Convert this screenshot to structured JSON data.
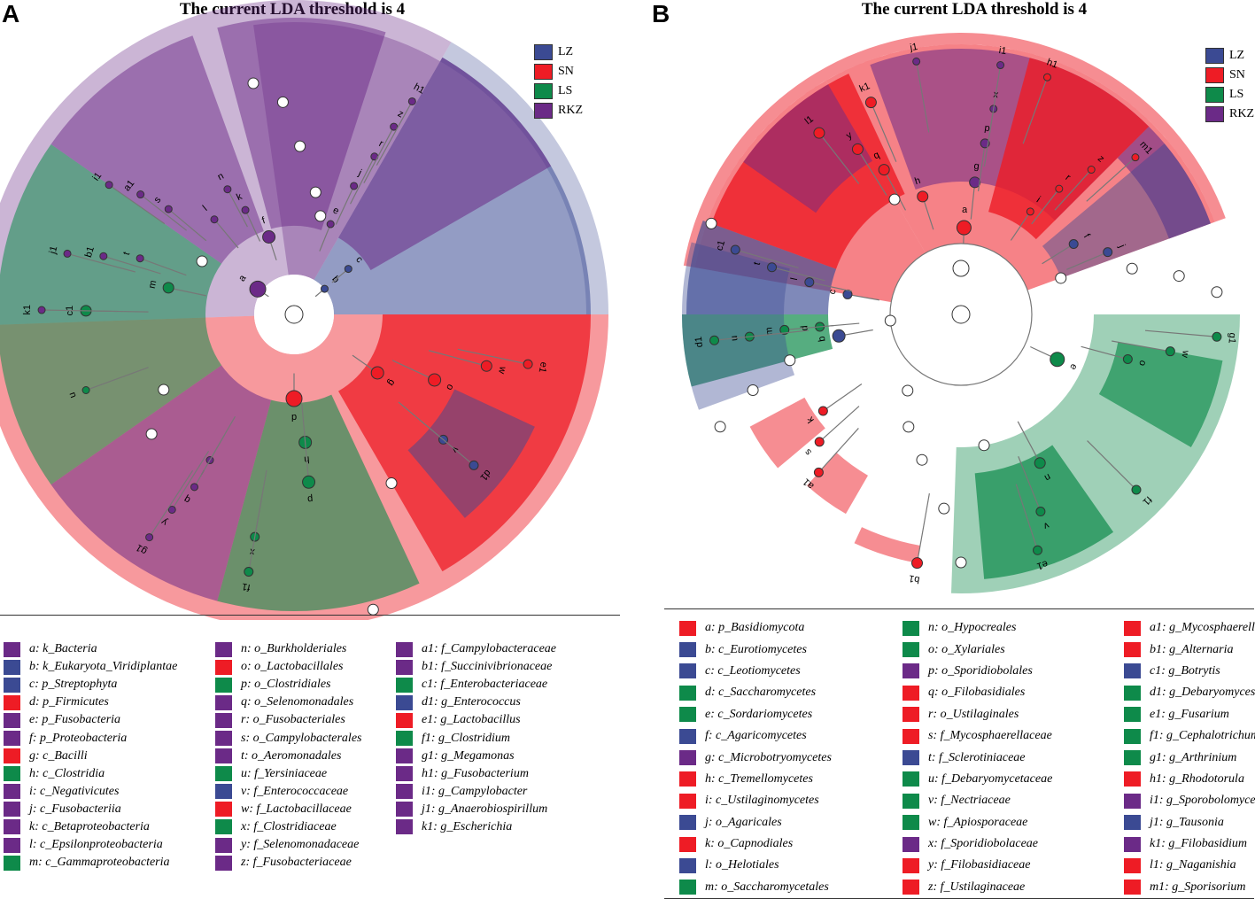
{
  "colors": {
    "LZ": "#3b4a93",
    "SN": "#ee1c25",
    "LS": "#0e8a4a",
    "RKZ": "#6b2a87"
  },
  "panelA": {
    "letter": "A",
    "title": "The current LDA threshold is 4",
    "legend": [
      {
        "label": "LZ",
        "color": "#3b4a93"
      },
      {
        "label": "SN",
        "color": "#ee1c25"
      },
      {
        "label": "LS",
        "color": "#0e8a4a"
      },
      {
        "label": "RKZ",
        "color": "#6b2a87"
      }
    ],
    "node_labels": [
      "a",
      "b",
      "c",
      "d",
      "e",
      "f",
      "g",
      "h",
      "i",
      "j",
      "k",
      "l",
      "m",
      "n",
      "o",
      "p",
      "q",
      "r",
      "s",
      "t",
      "u",
      "v",
      "w",
      "x",
      "y",
      "z",
      "a1",
      "b1",
      "c1",
      "d1",
      "e1",
      "f1",
      "g1",
      "h1",
      "i1",
      "j1",
      "k1"
    ],
    "key": [
      [
        {
          "text": "a: k_Bacteria",
          "color": "#6b2a87"
        },
        {
          "text": "b: k_Eukaryota_Viridiplantae",
          "color": "#3b4a93"
        },
        {
          "text": "c: p_Streptophyta",
          "color": "#3b4a93"
        },
        {
          "text": "d: p_Firmicutes",
          "color": "#ee1c25"
        },
        {
          "text": "e: p_Fusobacteria",
          "color": "#6b2a87"
        },
        {
          "text": "f: p_Proteobacteria",
          "color": "#6b2a87"
        },
        {
          "text": "g: c_Bacilli",
          "color": "#ee1c25"
        },
        {
          "text": "h: c_Clostridia",
          "color": "#0e8a4a"
        },
        {
          "text": "i: c_Negativicutes",
          "color": "#6b2a87"
        },
        {
          "text": "j: c_Fusobacteriia",
          "color": "#6b2a87"
        },
        {
          "text": "k: c_Betaproteobacteria",
          "color": "#6b2a87"
        },
        {
          "text": "l: c_Epsilonproteobacteria",
          "color": "#6b2a87"
        },
        {
          "text": "m: c_Gammaproteobacteria",
          "color": "#0e8a4a"
        }
      ],
      [
        {
          "text": "n: o_Burkholderiales",
          "color": "#6b2a87"
        },
        {
          "text": "o: o_Lactobacillales",
          "color": "#ee1c25"
        },
        {
          "text": "p: o_Clostridiales",
          "color": "#0e8a4a"
        },
        {
          "text": "q: o_Selenomonadales",
          "color": "#6b2a87"
        },
        {
          "text": "r: o_Fusobacteriales",
          "color": "#6b2a87"
        },
        {
          "text": "s: o_Campylobacterales",
          "color": "#6b2a87"
        },
        {
          "text": "t: o_Aeromonadales",
          "color": "#6b2a87"
        },
        {
          "text": "u: f_Yersiniaceae",
          "color": "#0e8a4a"
        },
        {
          "text": "v: f_Enterococcaceae",
          "color": "#3b4a93"
        },
        {
          "text": "w: f_Lactobacillaceae",
          "color": "#ee1c25"
        },
        {
          "text": "x: f_Clostridiaceae",
          "color": "#0e8a4a"
        },
        {
          "text": "y: f_Selenomonadaceae",
          "color": "#6b2a87"
        },
        {
          "text": "z: f_Fusobacteriaceae",
          "color": "#6b2a87"
        }
      ],
      [
        {
          "text": "a1: f_Campylobacteraceae",
          "color": "#6b2a87"
        },
        {
          "text": "b1: f_Succinivibrionaceae",
          "color": "#6b2a87"
        },
        {
          "text": "c1: f_Enterobacteriaceae",
          "color": "#0e8a4a"
        },
        {
          "text": "d1: g_Enterococcus",
          "color": "#3b4a93"
        },
        {
          "text": "e1: g_Lactobacillus",
          "color": "#ee1c25"
        },
        {
          "text": "f1: g_Clostridium",
          "color": "#0e8a4a"
        },
        {
          "text": "g1: g_Megamonas",
          "color": "#6b2a87"
        },
        {
          "text": "h1: g_Fusobacterium",
          "color": "#6b2a87"
        },
        {
          "text": "i1: g_Campylobacter",
          "color": "#6b2a87"
        },
        {
          "text": "j1: g_Anaerobiospirillum",
          "color": "#6b2a87"
        },
        {
          "text": "k1: g_Escherichia",
          "color": "#6b2a87"
        }
      ]
    ]
  },
  "panelB": {
    "letter": "B",
    "title": "The current LDA threshold is 4",
    "legend": [
      {
        "label": "LZ",
        "color": "#3b4a93"
      },
      {
        "label": "SN",
        "color": "#ee1c25"
      },
      {
        "label": "LS",
        "color": "#0e8a4a"
      },
      {
        "label": "RKZ",
        "color": "#6b2a87"
      }
    ],
    "node_labels": [
      "a",
      "b",
      "c",
      "d",
      "e",
      "f",
      "g",
      "h",
      "i",
      "j",
      "k",
      "l",
      "m",
      "n",
      "o",
      "q",
      "r",
      "s",
      "t",
      "u",
      "v",
      "w",
      "x",
      "y",
      "z",
      "a1",
      "b1",
      "c1",
      "d1",
      "e1",
      "f1",
      "g1",
      "h1",
      "i1",
      "j1",
      "k1",
      "l1",
      "m1"
    ],
    "key": [
      [
        {
          "text": "a: p_Basidiomycota",
          "color": "#ee1c25"
        },
        {
          "text": "b: c_Eurotiomycetes",
          "color": "#3b4a93"
        },
        {
          "text": "c: c_Leotiomycetes",
          "color": "#3b4a93"
        },
        {
          "text": "d: c_Saccharomycetes",
          "color": "#0e8a4a"
        },
        {
          "text": "e: c_Sordariomycetes",
          "color": "#0e8a4a"
        },
        {
          "text": "f: c_Agaricomycetes",
          "color": "#3b4a93"
        },
        {
          "text": "g: c_Microbotryomycetes",
          "color": "#6b2a87"
        },
        {
          "text": "h: c_Tremellomycetes",
          "color": "#ee1c25"
        },
        {
          "text": "i: c_Ustilaginomycetes",
          "color": "#ee1c25"
        },
        {
          "text": "j: o_Agaricales",
          "color": "#3b4a93"
        },
        {
          "text": "k: o_Capnodiales",
          "color": "#ee1c25"
        },
        {
          "text": "l: o_Helotiales",
          "color": "#3b4a93"
        },
        {
          "text": "m: o_Saccharomycetales",
          "color": "#0e8a4a"
        }
      ],
      [
        {
          "text": "n: o_Hypocreales",
          "color": "#0e8a4a"
        },
        {
          "text": "o: o_Xylariales",
          "color": "#0e8a4a"
        },
        {
          "text": "p: o_Sporidiobolales",
          "color": "#6b2a87"
        },
        {
          "text": "q: o_Filobasidiales",
          "color": "#ee1c25"
        },
        {
          "text": "r: o_Ustilaginales",
          "color": "#ee1c25"
        },
        {
          "text": "s: f_Mycosphaerellaceae",
          "color": "#ee1c25"
        },
        {
          "text": "t: f_Sclerotiniaceae",
          "color": "#3b4a93"
        },
        {
          "text": "u: f_Debaryomycetaceae",
          "color": "#0e8a4a"
        },
        {
          "text": "v: f_Nectriaceae",
          "color": "#0e8a4a"
        },
        {
          "text": "w: f_Apiosporaceae",
          "color": "#0e8a4a"
        },
        {
          "text": "x: f_Sporidiobolaceae",
          "color": "#6b2a87"
        },
        {
          "text": "y: f_Filobasidiaceae",
          "color": "#ee1c25"
        },
        {
          "text": "z: f_Ustilaginaceae",
          "color": "#ee1c25"
        }
      ],
      [
        {
          "text": "a1: g_Mycosphaerella",
          "color": "#ee1c25"
        },
        {
          "text": "b1: g_Alternaria",
          "color": "#ee1c25"
        },
        {
          "text": "c1: g_Botrytis",
          "color": "#3b4a93"
        },
        {
          "text": "d1: g_Debaryomyces",
          "color": "#0e8a4a"
        },
        {
          "text": "e1: g_Fusarium",
          "color": "#0e8a4a"
        },
        {
          "text": "f1: g_Cephalotrichum",
          "color": "#0e8a4a"
        },
        {
          "text": "g1: g_Arthrinium",
          "color": "#0e8a4a"
        },
        {
          "text": "h1: g_Rhodotorula",
          "color": "#ee1c25"
        },
        {
          "text": "i1: g_Sporobolomyces",
          "color": "#6b2a87"
        },
        {
          "text": "j1: g_Tausonia",
          "color": "#3b4a93"
        },
        {
          "text": "k1: g_Filobasidium",
          "color": "#6b2a87"
        },
        {
          "text": "l1: g_Naganishia",
          "color": "#ee1c25"
        },
        {
          "text": "m1: g_Sporisorium",
          "color": "#ee1c25"
        }
      ]
    ]
  }
}
